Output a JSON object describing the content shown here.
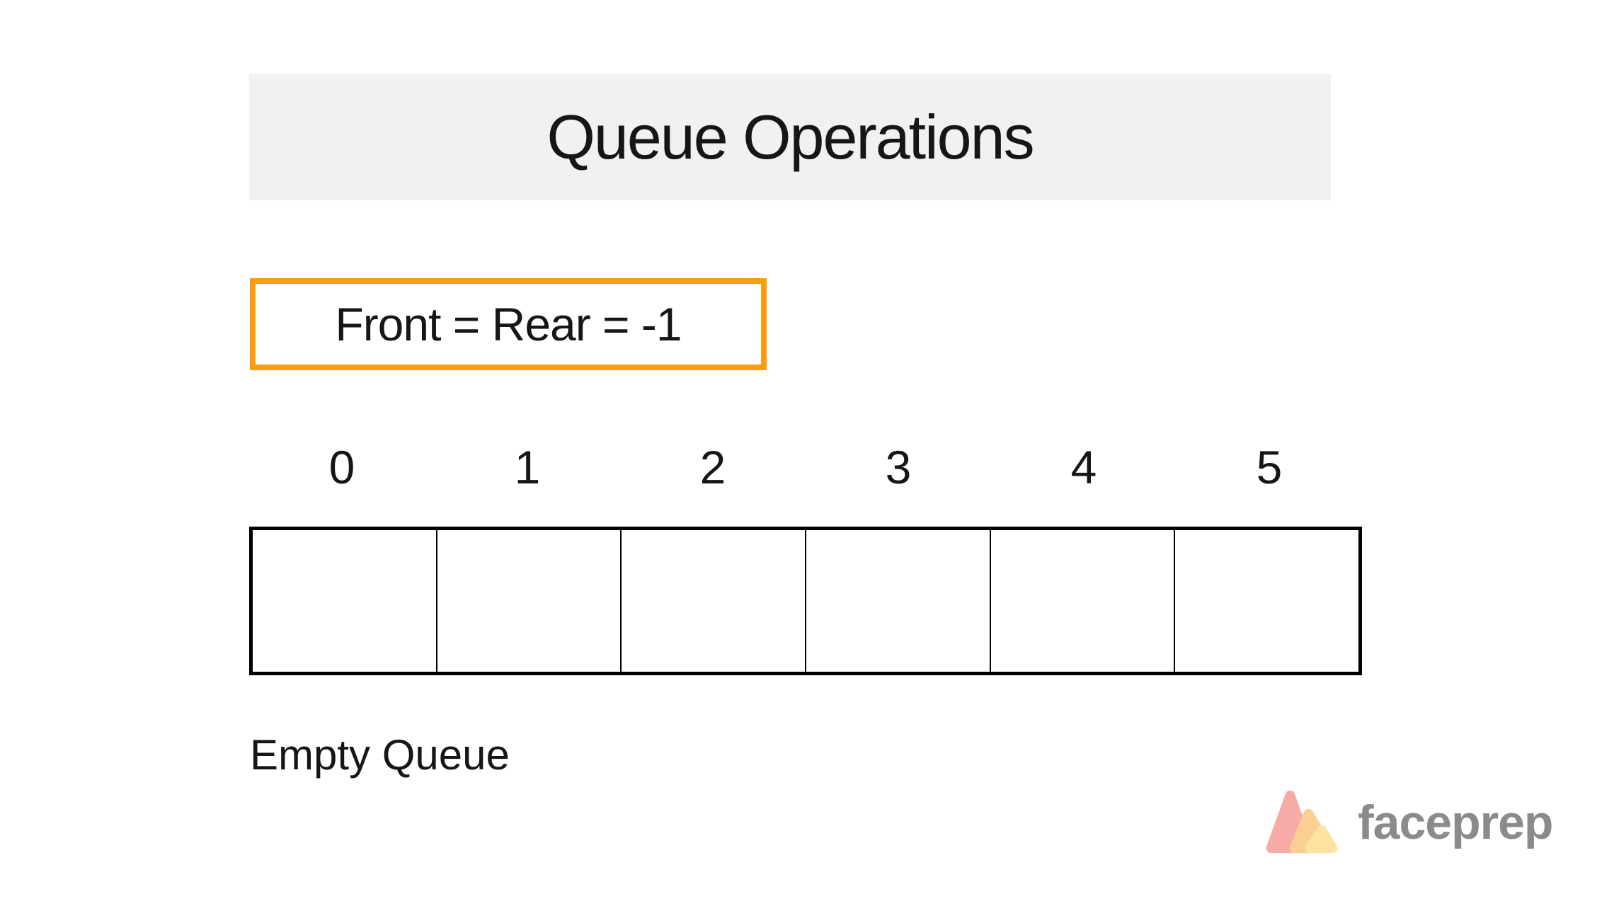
{
  "canvas": {
    "background": "#ffffff"
  },
  "header": {
    "title": "Queue Operations",
    "background": "#f1f1f1",
    "text_color": "#161616"
  },
  "pointer_box": {
    "text": "Front = Rear = -1",
    "border_color": "#fa9e0d",
    "text_color": "#161616"
  },
  "queue": {
    "indices": [
      "0",
      "1",
      "2",
      "3",
      "4",
      "5"
    ],
    "cells": [
      "",
      "",
      "",
      "",
      "",
      ""
    ],
    "cell_count": 6,
    "border_color": "#000000"
  },
  "caption": {
    "text": "Empty Queue"
  },
  "logo": {
    "wordmark": "faceprep",
    "wordmark_color": "#8b8b8b",
    "triangle_colors": {
      "back": "#f7aba6",
      "middle": "#fbce92",
      "front": "#fce3a1"
    }
  }
}
